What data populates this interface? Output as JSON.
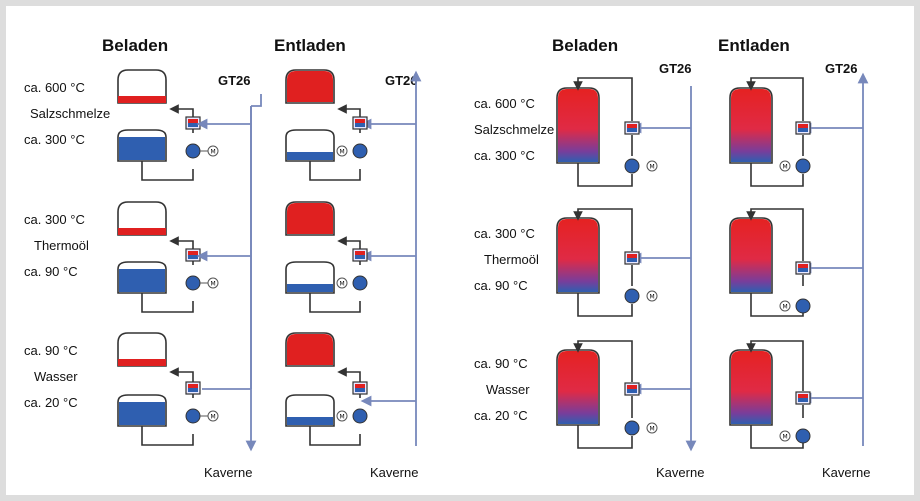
{
  "left": {
    "header_charge": "Beladen",
    "header_discharge": "Entladen",
    "gt_label_1": "GT26",
    "gt_label_2": "GT26",
    "cavern_label_1": "Kaverne",
    "cavern_label_2": "Kaverne",
    "stages": [
      {
        "hot_temp": "ca. 600 °C",
        "medium": "Salzschmelze",
        "cold_temp": "ca. 300 °C"
      },
      {
        "hot_temp": "ca. 300 °C",
        "medium": "Thermoöl",
        "cold_temp": "ca. 90 °C"
      },
      {
        "hot_temp": "ca. 90 °C",
        "medium": "Wasser",
        "cold_temp": "ca. 20 °C"
      }
    ]
  },
  "right": {
    "header_charge": "Beladen",
    "header_discharge": "Entladen",
    "gt_label_1": "GT26",
    "gt_label_2": "GT26",
    "cavern_label_1": "Kaverne",
    "cavern_label_2": "Kaverne",
    "stages": [
      {
        "hot_temp": "ca. 600 °C",
        "medium": "Salzschmelze",
        "cold_temp": "ca. 300 °C"
      },
      {
        "hot_temp": "ca. 300 °C",
        "medium": "Thermoöl",
        "cold_temp": "ca. 90 °C"
      },
      {
        "hot_temp": "ca. 90 °C",
        "medium": "Wasser",
        "cold_temp": "ca. 20 °C"
      }
    ]
  },
  "icons": {
    "pump": "pump-icon",
    "motor": "motor-M-icon",
    "heat_exchanger": "heat-exchanger-icon"
  },
  "colors": {
    "hot": "#e02020",
    "cold": "#2f5fb0",
    "pipe": "#333333",
    "air_pipe": "#7788bb"
  }
}
